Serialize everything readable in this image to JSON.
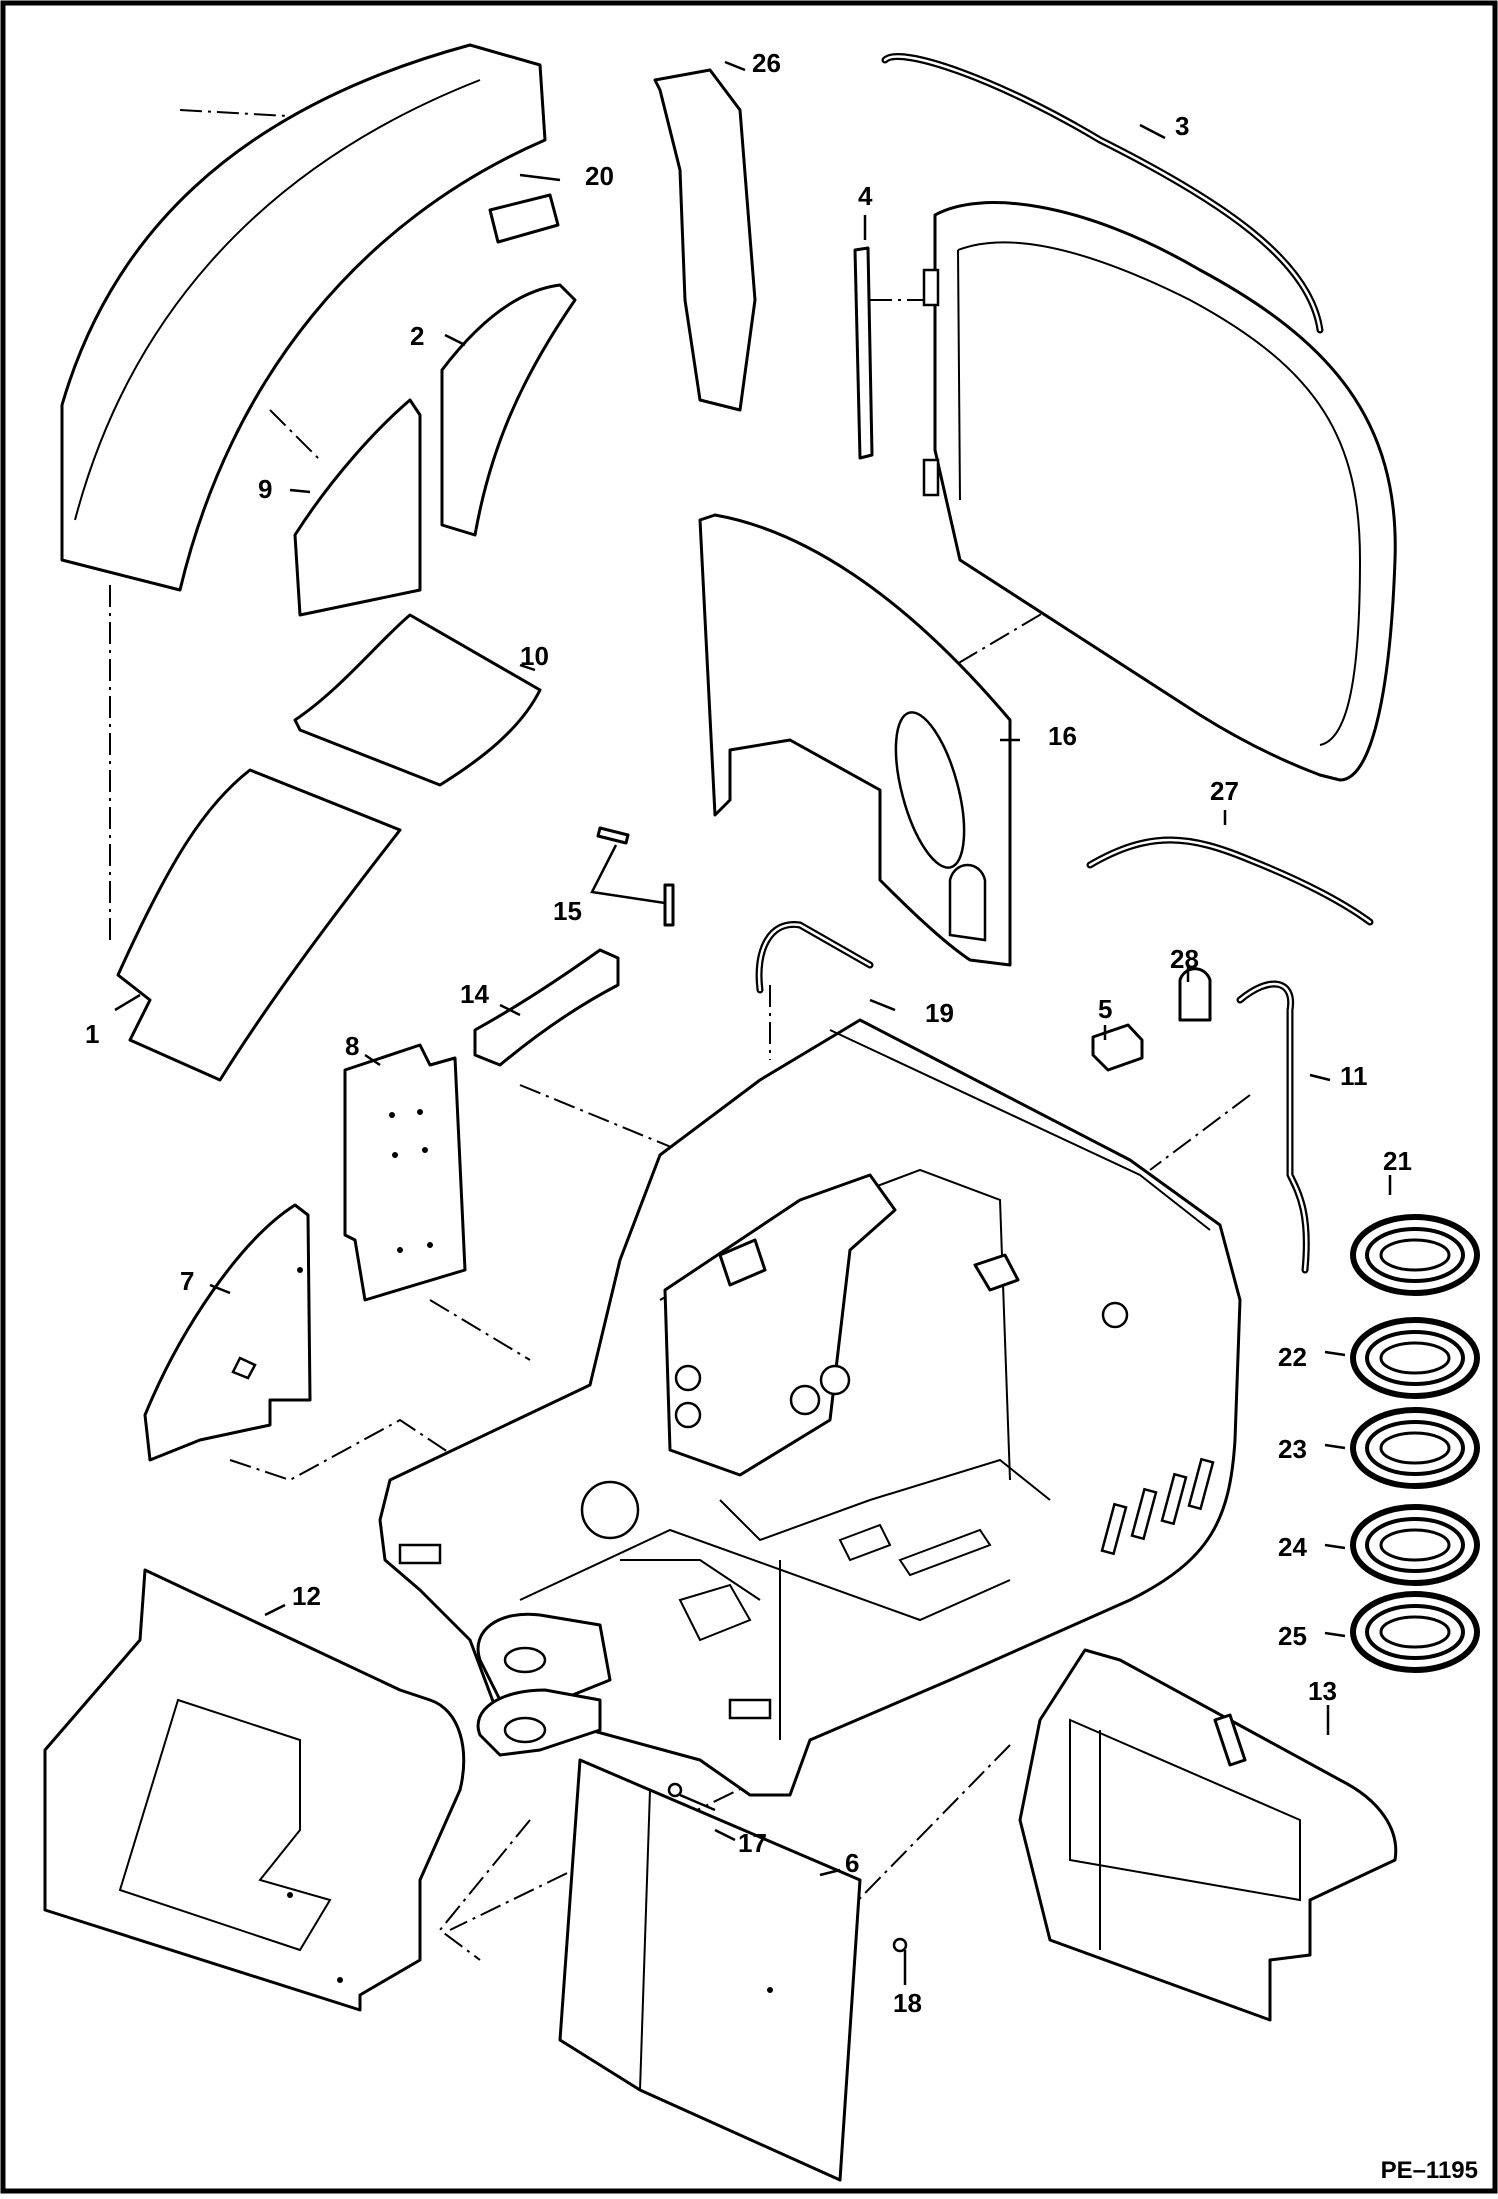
{
  "drawing_code": "PE–1195",
  "part_callouts": [
    "1",
    "2",
    "3",
    "4",
    "5",
    "6",
    "7",
    "8",
    "9",
    "10",
    "11",
    "12",
    "13",
    "14",
    "15",
    "16",
    "17",
    "18",
    "19",
    "20",
    "21",
    "22",
    "23",
    "24",
    "25",
    "26",
    "27",
    "28"
  ]
}
